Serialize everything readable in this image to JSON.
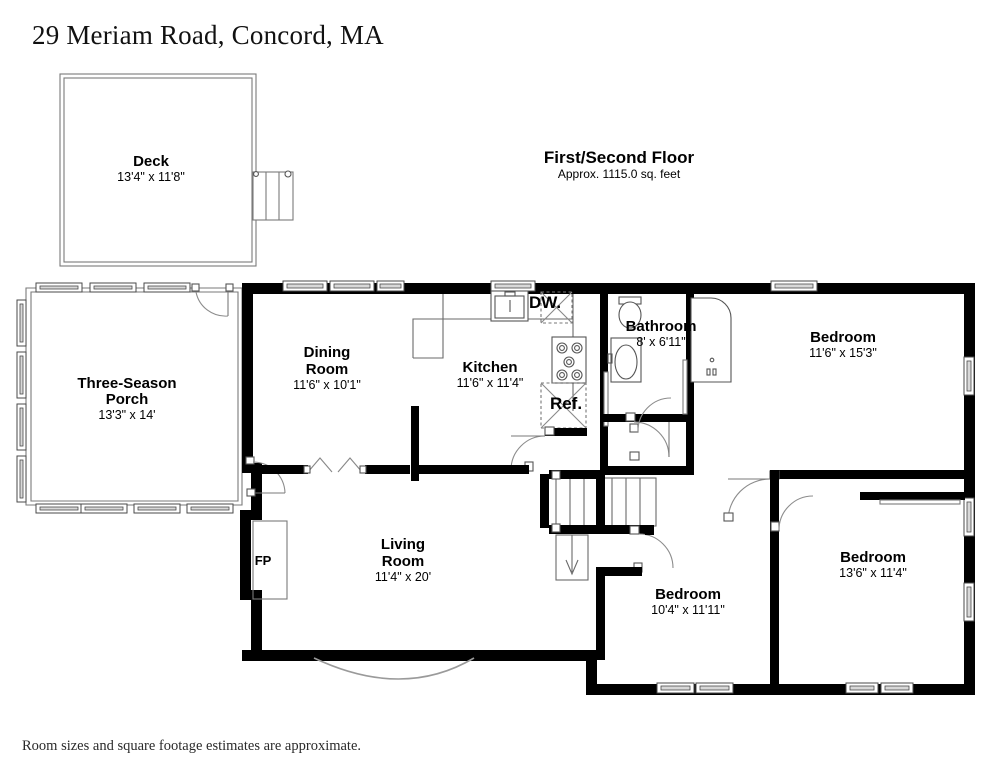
{
  "header": {
    "title": "29 Meriam Road, Concord, MA"
  },
  "footer": {
    "disclaimer": "Room sizes and square footage estimates are approximate."
  },
  "floor": {
    "title": "First/Second Floor",
    "area_note": "Approx. 1115.0 sq. feet"
  },
  "rooms": [
    {
      "name": "Deck",
      "dimensions": "13'4\" x 11'8\""
    },
    {
      "name": "Three-Season",
      "name2": "Porch",
      "dimensions": "13'3\" x 14'"
    },
    {
      "name": "Dining",
      "name2": "Room",
      "dimensions": "11'6\" x 10'1\""
    },
    {
      "name": "Kitchen",
      "dimensions": "11'6\" x 11'4\""
    },
    {
      "name": "Bathroom",
      "dimensions": "8' x 6'11\""
    },
    {
      "name": "Bedroom",
      "dimensions": "11'6\" x 15'3\""
    },
    {
      "name": "Bedroom",
      "dimensions": "13'6\" x 11'4\""
    },
    {
      "name": "Bedroom",
      "dimensions": "10'4\" x 11'11\""
    },
    {
      "name": "Living",
      "name2": "Room",
      "dimensions": "11'4\" x 20'"
    }
  ],
  "appliances": {
    "dishwasher": "DW.",
    "refrigerator": "Ref.",
    "fireplace": "FP"
  },
  "colors": {
    "wall": "#000000",
    "background": "#ffffff",
    "thin_line": "#7a7a7a",
    "text": "#000000"
  }
}
